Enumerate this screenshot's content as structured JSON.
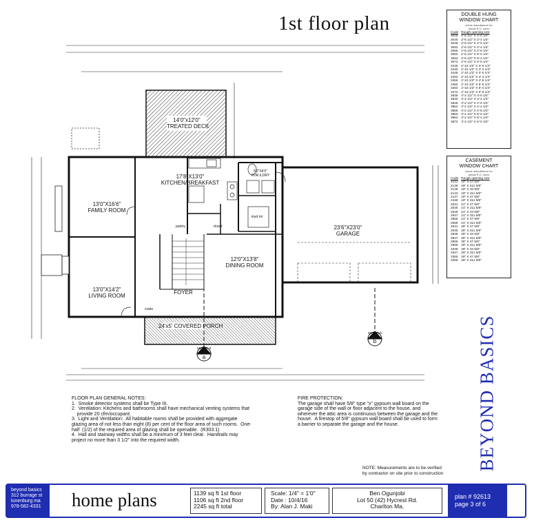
{
  "title": "1st floor plan",
  "rooms": {
    "deck": [
      "14'0\"x12'0\"",
      "TREATED DECK"
    ],
    "kitchen": [
      "17'8\"X13'0\"",
      "KITCHEN/BREAKFAST"
    ],
    "pdr_ldry": [
      "5'2\"X6'0\"",
      "PDR./LDRY"
    ],
    "family": [
      "13'0\"X16'6\"",
      "FAMILY ROOM"
    ],
    "living": [
      "13'0\"X14'2\"",
      "LIVING ROOM"
    ],
    "foyer": "FOYER",
    "dining": [
      "12'0\"X13'8\"",
      "DINING ROOM"
    ],
    "garage": [
      "23'6\"X23'0\"",
      "GARAGE"
    ],
    "porch": "24'x5' COVERED PORCH",
    "pantry": "pantry",
    "closet": "closet",
    "coats": "coats",
    "mudroom": "mud rm",
    "section_a": "section a",
    "section_b": "section b",
    "mark_a": "a",
    "mark_b": "b"
  },
  "double_hung": {
    "title": [
      "DOUBLE HUNG",
      "WINDOW CHART"
    ],
    "note": [
      "check manufacture for",
      "actual R.O. sizes"
    ],
    "headers": [
      "Code",
      "Rough opening size"
    ],
    "rows": [
      [
        "3036",
        "2'-6 1/2\" X 3'-0 1/4\""
      ],
      [
        "3040",
        "2'-6 1/2\" X 3'-4 1/4\""
      ],
      [
        "3048",
        "2'-6 1/2\" X 4'-0 1/4\""
      ],
      [
        "3052",
        "2'-6 1/2\" X 4'-4 1/4\""
      ],
      [
        "3056",
        "2'-6 1/2\" X 4'-8 1/4\""
      ],
      [
        "3060",
        "2'-6 1/2\" X 5'-0 1/4\""
      ],
      [
        "3064",
        "2'-6 1/2\" X 5'-4 1/4\""
      ],
      [
        "3072",
        "2'-6 1/2\" X 6'-0 1/4\""
      ],
      [
        "3436",
        "2'-10 1/2\" X 3'-0 1/4\""
      ],
      [
        "3440",
        "2'-10 1/2\" X 3'-4 1/4\""
      ],
      [
        "3448",
        "2'-10 1/2\" X 4'-0 1/4\""
      ],
      [
        "3452",
        "2'-10 1/2\" X 4'-4 1/4\""
      ],
      [
        "3456",
        "2'-10 1/2\" X 4'-8 1/4\""
      ],
      [
        "3460",
        "2'-10 1/2\" X 5'-0 1/4\""
      ],
      [
        "3464",
        "2'-10 1/2\" X 5'-4 1/4\""
      ],
      [
        "3472",
        "2'-10 1/2\" X 6'-0 1/4\""
      ],
      [
        "3836",
        "3'-2 1/2\" X 3'-0 1/4\""
      ],
      [
        "3840",
        "3'-2 1/2\" X 3'-4 1/4\""
      ],
      [
        "3848",
        "3'-2 1/2\" X 4'-0 1/4\""
      ],
      [
        "3852",
        "3'-2 1/2\" X 4'-4 1/4\""
      ],
      [
        "3856",
        "3'-2 1/2\" X 4'-8 1/4\""
      ],
      [
        "3860",
        "3'-2 1/2\" X 5'-0 1/4\""
      ],
      [
        "3864",
        "3'-2 1/2\" X 5'-4 1/4\""
      ],
      [
        "3872",
        "3'-2 1/2\" X 6'-0 1/4\""
      ]
    ]
  },
  "casement": {
    "title": [
      "CASEMENT",
      "WINDOW CHART"
    ],
    "note": [
      "check manufacture for",
      "actual R.O. sizes"
    ],
    "headers": [
      "Code",
      "Rough opening size"
    ],
    "rows": [
      [
        "2131",
        "19\" X 27 5/8\""
      ],
      [
        "2135",
        "19\" X 211 5/8\""
      ],
      [
        "2139",
        "19\" X 33 5/8\""
      ],
      [
        "2143",
        "19\" X 311 5/8\""
      ],
      [
        "2147",
        "19\" X 47 5/8\""
      ],
      [
        "2159",
        "19\" X 411 5/8\""
      ],
      [
        "2531",
        "21\" X 27 5/8\""
      ],
      [
        "2535",
        "21\" X 211 5/8\""
      ],
      [
        "2539",
        "21\" X 33 5/8\""
      ],
      [
        "2547",
        "21\" X 311 5/8\""
      ],
      [
        "2555",
        "21\" X 47 5/8\""
      ],
      [
        "2559",
        "21\" X 411 5/8\""
      ],
      [
        "2931",
        "25\" X 27 5/8\""
      ],
      [
        "2935",
        "25\" X 211 5/8\""
      ],
      [
        "2939",
        "25\" X 33 5/8\""
      ],
      [
        "2947",
        "25\" X 311 5/8\""
      ],
      [
        "2955",
        "25\" X 47 5/8\""
      ],
      [
        "2959",
        "25\" X 411 5/8\""
      ],
      [
        "3339",
        "29\" X 33 5/8\""
      ],
      [
        "3347",
        "29\" X 311 5/8\""
      ],
      [
        "3355",
        "29\" X 47 5/8\""
      ],
      [
        "3359",
        "29\" X 411 5/8\""
      ]
    ]
  },
  "floor_notes": {
    "heading": "FLOOR PLAN GENERAL NOTES:",
    "lines": [
      "1.  Smoke detector systems shall be Type III.",
      "2.  Ventilation: Kitchens and bathrooms shall have mechanical venting systems that",
      "    provide 20 cfm/occupant.",
      "3.  Light and Ventilation:  All habitable rooms shall be provided with aggregate",
      "glazing area of not less than eight (8) per cent of the floor area of such rooms.  One-",
      "half  (1/2) of the required area of glazing shall be openable.  (R303.1)",
      "4.  Hall and stairway widths shall be a minimum of 3 feet clear.  Handrails may",
      "project no more than 3 1/2\" into the required width."
    ]
  },
  "fire_notes": {
    "heading": "FIRE PROTECTION:",
    "lines": [
      "The garage shall have 5/8\" type \"x\" gypsum wall board on the",
      "garage side of the wall or floor adjacent to the house, and",
      "wherever the attic area is continuous between the garage and the",
      "house.  A firestop of 5/8\" gypsum wall board shall be used to form",
      "a barrier to separate the garage and the house."
    ]
  },
  "measure_note": [
    "NOTE:  Measurements are to be verified",
    "by contractor on site prior to construction"
  ],
  "brand": "BEYOND BASICS",
  "footer": {
    "company": [
      "beyond basics",
      "312 burrage st",
      "lunenburg ma",
      "978-582-4331"
    ],
    "product": "home plans",
    "sqft": [
      "1139 sq ft 1st floor",
      "1106 sq ft 2nd floor",
      "2245 sq ft total"
    ],
    "scale": [
      "Scale: 1/4\" = 1'0\"",
      "Date : 10/4/16",
      "By: Alan J. Maki"
    ],
    "client": [
      "Ben Ogunjobi",
      "Lot 50 (42) Hycrest Rd.",
      "Charlton Ma."
    ],
    "plan": [
      "plan # 92613",
      "page 3 of 6"
    ]
  },
  "colors": {
    "brand_blue": "#1f2db0"
  }
}
